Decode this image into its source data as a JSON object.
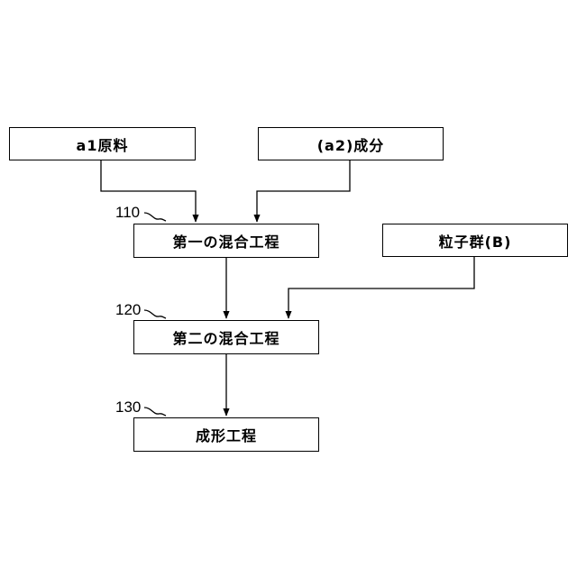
{
  "inputs": {
    "a1_material": "a1原料",
    "a2_component": "(a2)成分",
    "particle_group": "粒子群(B)"
  },
  "steps": [
    {
      "ref": "110",
      "label": "第一の混合工程"
    },
    {
      "ref": "120",
      "label": "第二の混合工程"
    },
    {
      "ref": "130",
      "label": "成形工程"
    }
  ]
}
